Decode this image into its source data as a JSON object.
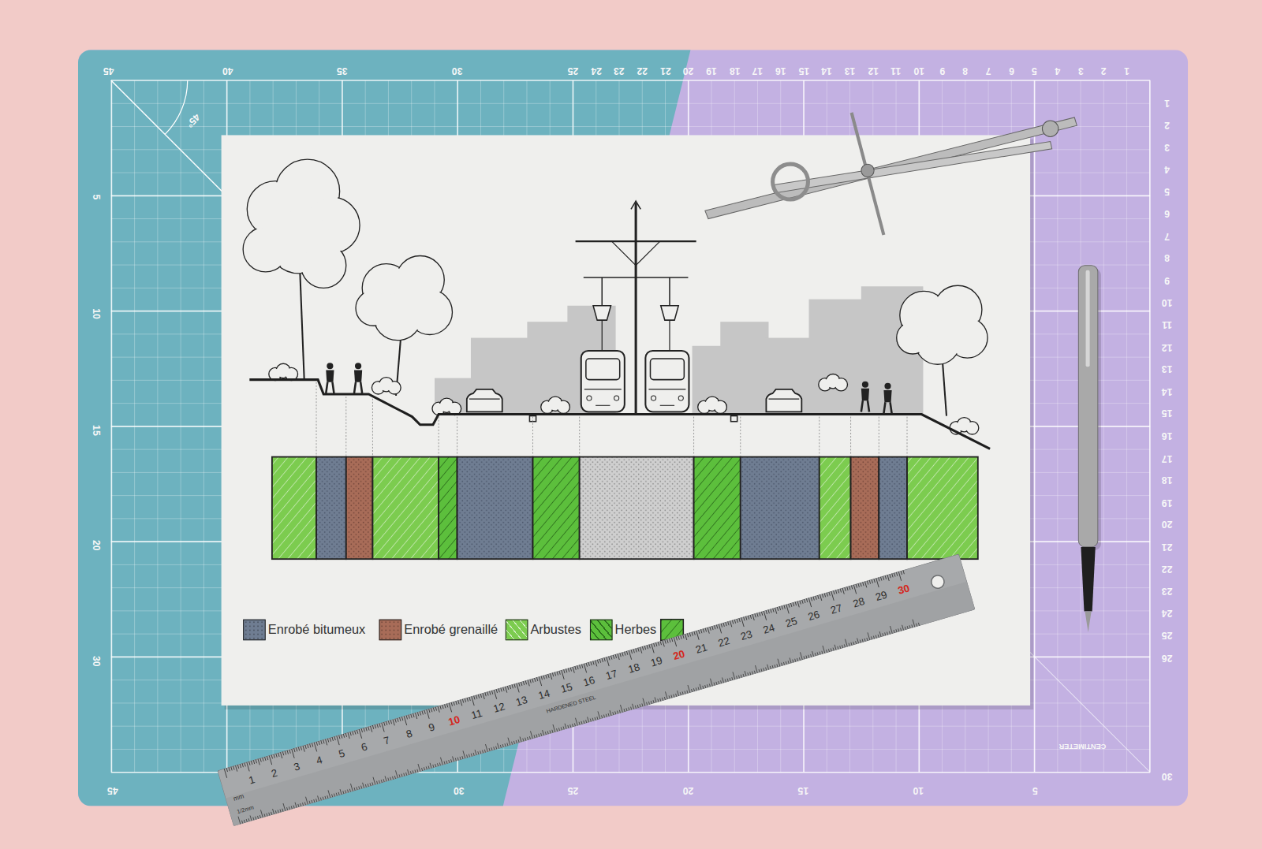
{
  "diagram": {
    "labels": [
      "45",
      "40",
      "35",
      "30",
      "25",
      "24",
      "23",
      "22",
      "21",
      "20",
      "19",
      "18",
      "17",
      "16",
      "15",
      "14",
      "13",
      "12",
      "11",
      "10",
      "9",
      "8",
      "7",
      "6",
      "5",
      "4",
      "3",
      "2",
      "1",
      "5",
      "10",
      "15",
      "20",
      "30",
      "1",
      "2",
      "3",
      "4",
      "5",
      "6",
      "7",
      "8",
      "9",
      "10",
      "11",
      "12",
      "13",
      "14",
      "15",
      "16",
      "17",
      "18",
      "19",
      "20",
      "21",
      "22",
      "23",
      "24",
      "25",
      "26",
      "45",
      "30",
      "25",
      "20",
      "15",
      "10",
      "5",
      "30",
      "45°",
      "CENTIMETER",
      "1",
      "2",
      "3",
      "4",
      "5",
      "6",
      "7",
      "8",
      "9",
      "10",
      "11",
      "12",
      "13",
      "14",
      "15",
      "16",
      "17",
      "18",
      "19",
      "20",
      "21",
      "22",
      "23",
      "24",
      "25",
      "26",
      "27",
      "28",
      "29",
      "30",
      "HARDENED STEEL",
      "mm",
      "1/2mm"
    ],
    "legend": [
      {
        "text": "Enrobé bitumeux",
        "color": "#6f7d92"
      },
      {
        "text": "Enrobé grenaillé",
        "color": "#a86c58"
      },
      {
        "text": "Arbustes",
        "color": "#7ccc4f"
      },
      {
        "text": "Herbes",
        "color": "#5cbf3c"
      }
    ]
  }
}
